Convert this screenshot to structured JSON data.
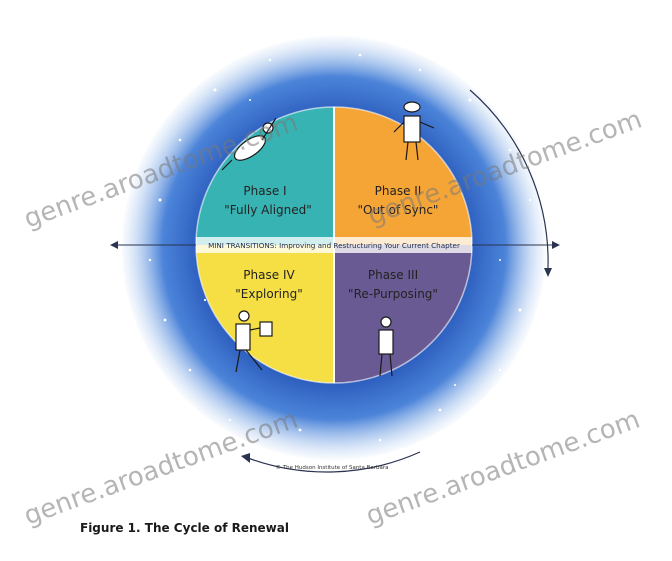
{
  "figure": {
    "caption": "Figure 1. The Cycle of Renewal",
    "copyright": "© The Hudson Institute of Santa Barbara"
  },
  "band": {
    "label": "MINI TRANSITIONS: Improving and Restructuring Your Current Chapter"
  },
  "phases": [
    {
      "id": "phase-1",
      "name": "Phase I",
      "subtitle": "\"Fully Aligned\"",
      "color": "#38b3b4"
    },
    {
      "id": "phase-2",
      "name": "Phase II",
      "subtitle": "\"Out of Sync\"",
      "color": "#f5a536"
    },
    {
      "id": "phase-3",
      "name": "Phase III",
      "subtitle": "\"Re-Purposing\"",
      "color": "#6a5a93"
    },
    {
      "id": "phase-4",
      "name": "Phase IV",
      "subtitle": "\"Exploring\"",
      "color": "#f5df45"
    }
  ],
  "watermark": {
    "text": "genre.aroadtome.com"
  },
  "colors": {
    "sky_inner": "#153a96",
    "sky_outer": "#5f93e4"
  }
}
